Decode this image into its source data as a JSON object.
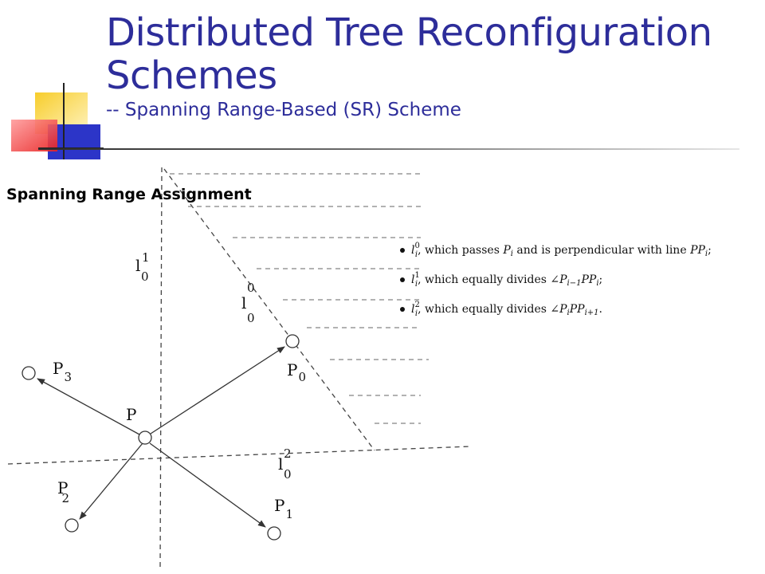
{
  "slide": {
    "title_line1": "Distributed Tree Reconfiguration",
    "title_line2": "Schemes",
    "subtitle": "--  Spanning Range-Based (SR) Scheme",
    "section_label": "Spanning Range Assignment"
  },
  "figure": {
    "labels": {
      "p": "P",
      "p0_main": "P",
      "p0_sub": "0",
      "p1_main": "P",
      "p1_sub": "1",
      "p2_main": "P",
      "p2_sub": "2",
      "p3_main": "P",
      "p3_sub": "3",
      "l01_main": "l",
      "l01_sup": "1",
      "l01_sub": "0",
      "l00_main": "l",
      "l00_sup": "0",
      "l00_sub": "0",
      "l02_main": "l",
      "l02_sup": "2",
      "l02_sub": "0"
    },
    "bullets": [
      {
        "sym_main": "l",
        "sym_sup": "0",
        "sym_sub": "i",
        "text_a": ", which passes ",
        "pt": "P",
        "pt_sub": "i",
        "text_b": " and is perpendicular with line ",
        "line": "PP",
        "line_sub": "i",
        "end": ";"
      },
      {
        "sym_main": "l",
        "sym_sup": "1",
        "sym_sub": "i",
        "text_a": ", which equally divides ",
        "angle": "∠P",
        "angle_sub": "i−1",
        "angle_end": "PP",
        "angle_end_sub": "i",
        "end": ";"
      },
      {
        "sym_main": "l",
        "sym_sup": "2",
        "sym_sub": "i",
        "text_a": ", which equally divides ",
        "angle": "∠P",
        "angle_sub": "i",
        "angle_end": "PP",
        "angle_end_sub": "i+1",
        "end": "."
      }
    ]
  },
  "colors": {
    "title": "#2d2d9a",
    "deco_yellow": "#f7cd2b",
    "deco_red": "#f04040",
    "deco_blue": "#2c35c8"
  }
}
